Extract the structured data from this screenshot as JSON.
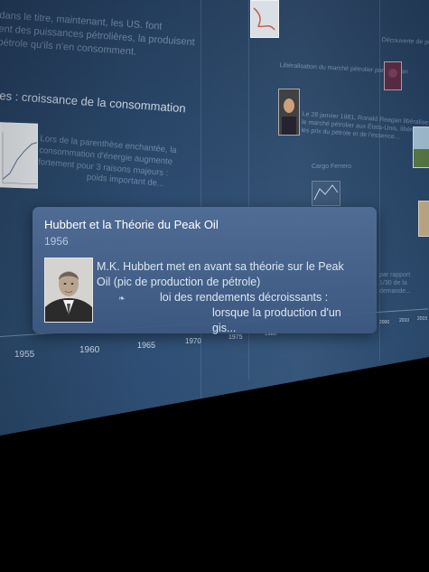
{
  "background": {
    "text_a": [
      "dans le titre, maintenant, les    US. font",
      "ent des puissances pétrolières, la produisent",
      "pétrole qu'ils n'en consomment."
    ],
    "heading_b": "es : croissance de la consommation",
    "text_b": [
      "Lors de la parenthèse enchantée, la",
      "consommation d'énergie augmente",
      "fortement pour 3 raisons majeurs :",
      "poids important de..."
    ],
    "col2_heading": "Libéralisation du marché pétrolier par Reagan",
    "col2_text": [
      "Le 28 janvier 1981, Ronald Reagan libéralise",
      "le marché pétrolier aux États-Unis, libérant",
      "les prix du pétrole et de l'essence..."
    ],
    "col2_sub": "Cargo Ferrero",
    "col3_heading": "Découverte de pétrole en Alaska et en Californie",
    "col4_text": [
      "par rapport",
      "1/30 de la",
      "demande..."
    ]
  },
  "axis": {
    "ticks": [
      "1955",
      "1960",
      "1965",
      "1970",
      "1975",
      "1980",
      "2000",
      "2010",
      "2015"
    ]
  },
  "card": {
    "title": "Hubbert et la Théorie du Peak Oil",
    "year": "1956",
    "line1": "M.K. Hubbert met en avant sa théorie sur le Peak",
    "line2": "Oil (pic de production de pétrole)",
    "line3": "loi des rendements décroissants :",
    "line4": "lorsque la production d'un gis..."
  }
}
